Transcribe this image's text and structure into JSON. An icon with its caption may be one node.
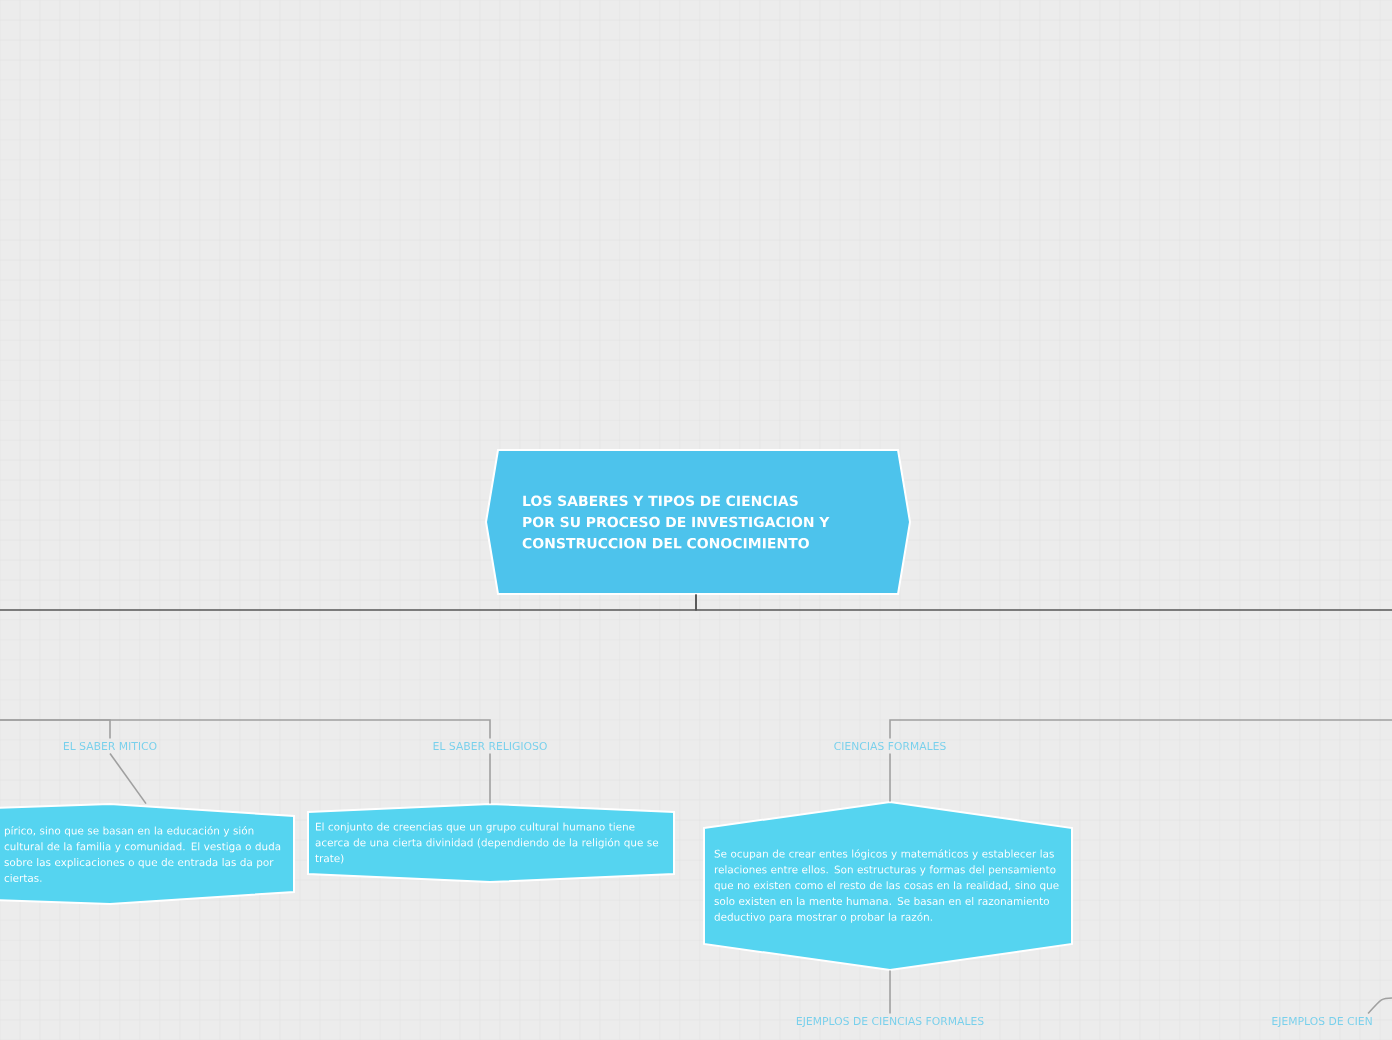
{
  "diagram": {
    "nodes": [
      {
        "text": [
          "LOS SABERES Y TIPOS DE CIENCIAS POR SU PROCESO DE INVESTIGACION Y CONSTRUCCION DEL CONOCIMIENTO"
        ]
      },
      {
        "text": [
          "EL SABER MITICO"
        ]
      },
      {
        "text": [
          "pírico, sino que se basan en la educación y sión cultural de la familia y comunidad. El vestiga o duda sobre las explicaciones o que de entrada las da por ciertas."
        ]
      },
      {
        "text": [
          "EL SABER RELIGIOSO"
        ]
      },
      {
        "text": [
          "El conjunto de creencias que un grupo cultural humano tiene acerca de una cierta divinidad (dependiendo de la religión que se trate)"
        ]
      },
      {
        "text": [
          "CIENCIAS FORMALES"
        ]
      },
      {
        "text": [
          "Se ocupan de crear entes lógicos y matemáticos y establecer las relaciones entre ellos. Son estructuras y formas del pensamiento que no existen como el resto de las cosas en la realidad, sino que solo existen en la mente humana. Se basan en el razonamiento deductivo para mostrar o probar la razón."
        ]
      },
      {
        "text": [
          "EJEMPLOS DE CIENCIAS FORMALES"
        ]
      },
      {
        "text": [
          "EJEMPLOS DE CIEN"
        ]
      }
    ],
    "edges": [
      {
        "from": 0,
        "to": null,
        "arrow": "none",
        "color": "#555555"
      },
      {
        "from": 0,
        "to": null,
        "arrow": "none",
        "color": "#555555"
      },
      {
        "from": null,
        "to": 1,
        "arrow": "none"
      },
      {
        "from": null,
        "to": 3,
        "arrow": "none"
      },
      {
        "from": null,
        "to": 5,
        "arrow": "none"
      },
      {
        "from": 1,
        "to": 2,
        "arrow": "none"
      },
      {
        "from": 3,
        "to": 4,
        "arrow": "none"
      },
      {
        "from": 5,
        "to": 6,
        "arrow": "none"
      },
      {
        "from": 6,
        "to": 7,
        "arrow": "none"
      },
      {
        "from": null,
        "to": 8,
        "arrow": "none"
      }
    ]
  }
}
